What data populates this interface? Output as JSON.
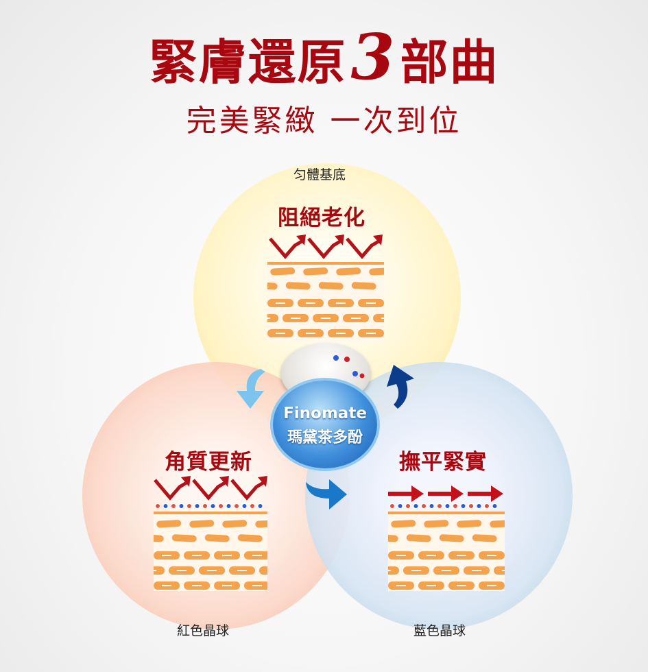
{
  "title": {
    "part1": "緊膚還原",
    "number": "3",
    "part2": "部曲"
  },
  "subtitle": "完美緊緻 一次到位",
  "center": {
    "brand": "Finomate",
    "name": "瑪黛茶多酚"
  },
  "circles": [
    {
      "caption": "匀體基底",
      "heading": "阻絕老化",
      "color": "#f8d978"
    },
    {
      "caption": "紅色晶球",
      "heading": "角質更新",
      "color": "#f0a98d"
    },
    {
      "caption": "藍色晶球",
      "heading": "撫平緊實",
      "color": "#9cc6d6"
    }
  ],
  "colors": {
    "accent": "#a8070f",
    "skin": "#f4a24c",
    "arrow_light": "#7cc3ee",
    "arrow_dark": "#0b3d8c",
    "arrow_mid": "#1a78c8"
  }
}
